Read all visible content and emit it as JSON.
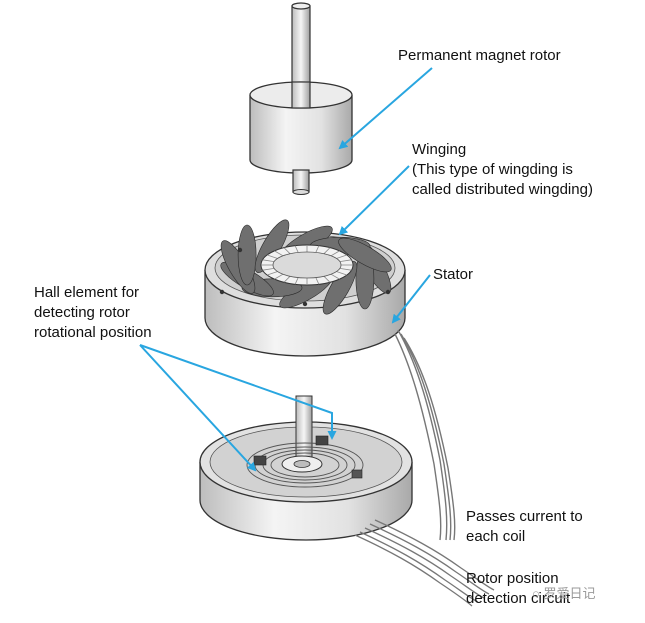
{
  "labels": {
    "rotor": "Permanent magnet rotor",
    "winding_1": "Winging",
    "winding_2": "(This type of wingding is",
    "winding_3": "called distributed wingding)",
    "stator": "Stator",
    "hall_1": "Hall element for",
    "hall_2": "detecting rotor",
    "hall_3": "rotational position",
    "current_1": "Passes current to",
    "current_2": "each coil",
    "detect_1": "Rotor position",
    "detect_2": "detection circuit"
  },
  "watermark": {
    "text": "罗爱日记",
    "icon": "wechat-icon"
  },
  "colors": {
    "arrow": "#29a6e0",
    "metal": "#e4e4e4",
    "coil": "#6f6f6f",
    "outline": "#333333"
  }
}
